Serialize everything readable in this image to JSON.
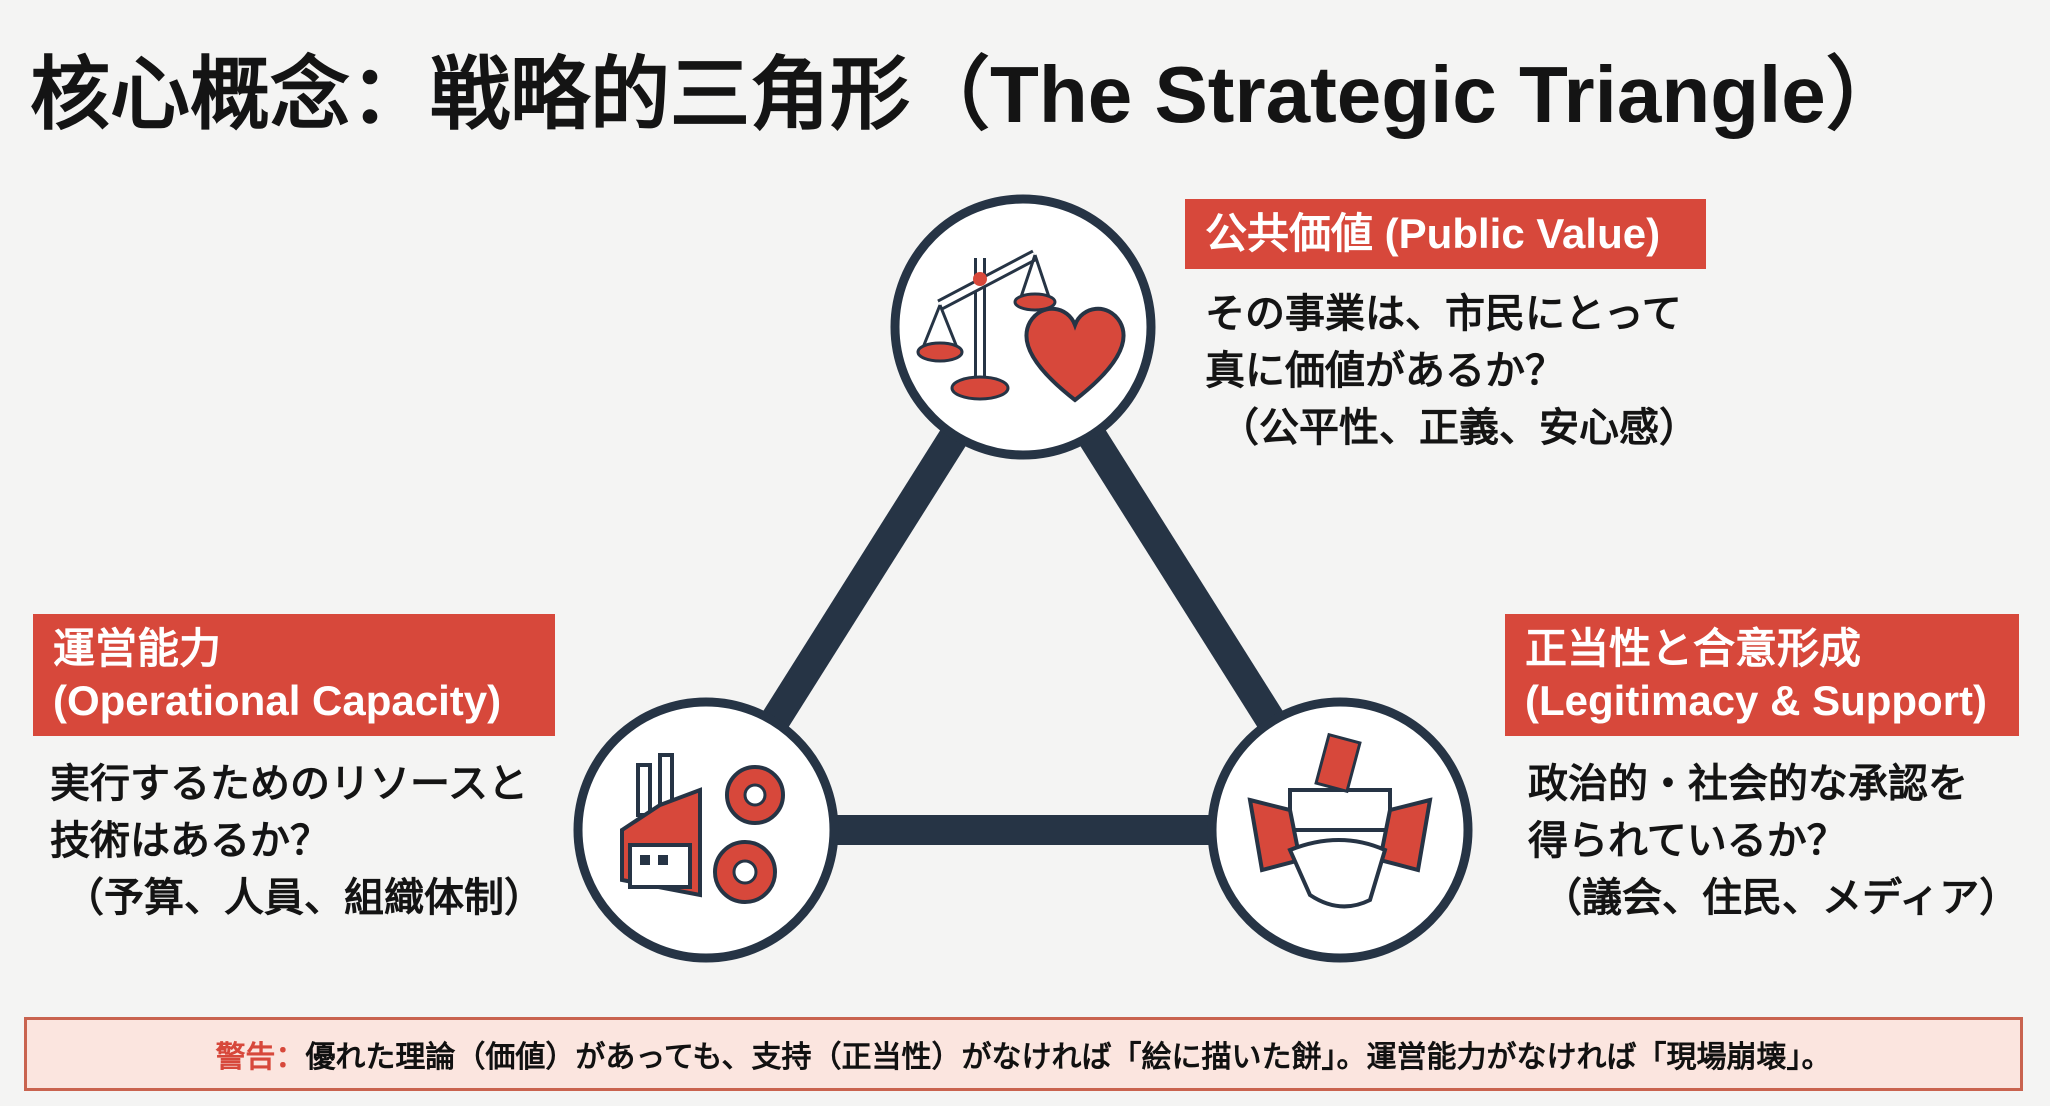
{
  "title": "核心概念：戦略的三角形（The Strategic Triangle）",
  "colors": {
    "accent": "#d7483b",
    "navy": "#263445",
    "background": "#f4f4f3",
    "warning_bg": "#fbe5df"
  },
  "nodes": {
    "public_value": {
      "icon": "scale-and-heart-icon",
      "label": "公共価値 (Public Value)",
      "lines": [
        "その事業は、市民にとって",
        "真に価値があるか？",
        "（公平性、正義、安心感）"
      ]
    },
    "operational_capacity": {
      "icon": "factory-gears-icon",
      "label_jp": "運営能力",
      "label_en": "(Operational Capacity)",
      "lines": [
        "実行するためのリソースと",
        "技術はあるか？",
        "（予算、人員、組織体制）"
      ]
    },
    "legitimacy": {
      "icon": "ballot-handshake-icon",
      "label_jp": "正当性と合意形成",
      "label_en": "(Legitimacy & Support)",
      "lines": [
        "政治的・社会的な承認を",
        "得られているか？",
        "（議会、住民、メディア）"
      ]
    }
  },
  "warning": {
    "tag": "警告：",
    "text": "優れた理論（価値）があっても、支持（正当性）がなければ「絵に描いた餅」。運営能力がなければ「現場崩壊」。"
  }
}
